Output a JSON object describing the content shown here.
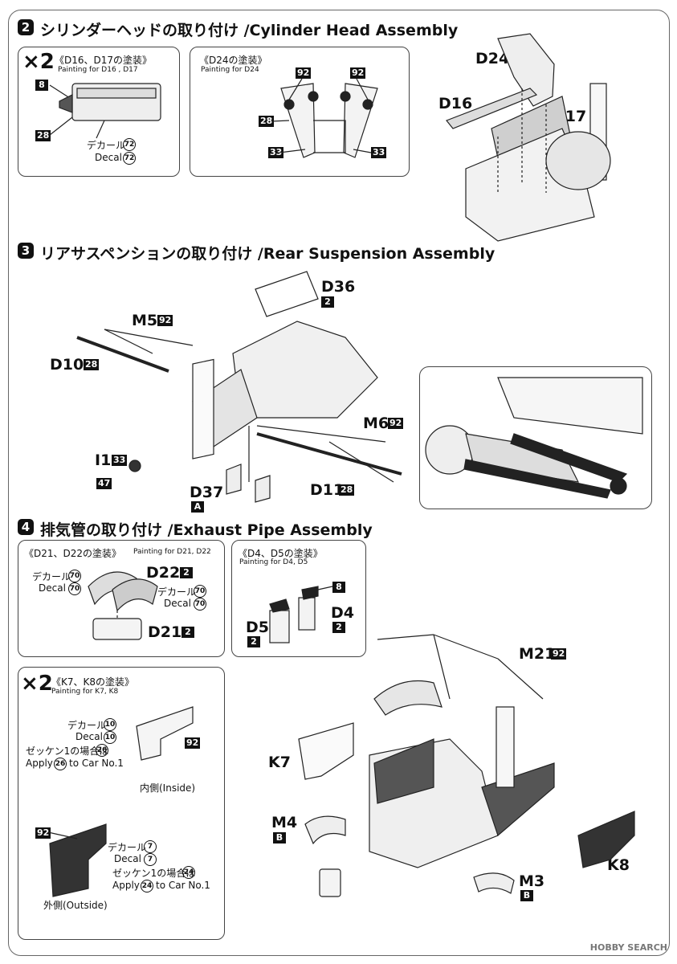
{
  "section2": {
    "num": "2",
    "title": "シリンダーヘッドの取り付け /Cylinder Head Assembly",
    "box1": {
      "mult": "×2",
      "title_jp": "《D16、D17の塗装》",
      "title_en": "Painting for D16 , D17",
      "p8": "8",
      "p28": "28",
      "decal_jp": "デカール",
      "decal_en": "Decal",
      "decal_num": "72"
    },
    "box2": {
      "title_jp": "《D24の塗装》",
      "title_en": "Painting for D24",
      "c92a": "92",
      "c92b": "92",
      "p28": "28",
      "p33a": "33",
      "p33b": "33"
    },
    "parts": {
      "d24": "D24",
      "d16": "D16",
      "d17": "D17"
    }
  },
  "section3": {
    "num": "3",
    "title": "リアサスペンションの取り付け /Rear Suspension Assembly",
    "parts": {
      "d36": "D36",
      "d36q": "2",
      "m5": "M5",
      "m5c": "92",
      "d10": "D10",
      "d10c": "28",
      "m6": "M6",
      "m6c": "92",
      "i1": "I1",
      "i1c": "33",
      "p47": "47",
      "d37": "D37",
      "d37q": "A",
      "d11": "D11",
      "d11c": "28"
    }
  },
  "section4": {
    "num": "4",
    "title": "排気管の取り付け /Exhaust Pipe Assembly",
    "box1": {
      "title_jp": "《D21、D22の塗装》",
      "title_en": "Painting for D21, D22",
      "decal_jp": "デカール",
      "decal_en": "Decal",
      "c70": "70",
      "d22": "D22",
      "d22q": "2",
      "d21": "D21",
      "d21q": "2"
    },
    "box2": {
      "title_jp": "《D4、D5の塗装》",
      "title_en": "Painting for D4, D5",
      "p8": "8",
      "d4": "D4",
      "d4q": "2",
      "d5": "D5",
      "d5q": "2"
    },
    "box3": {
      "mult": "×2",
      "title_jp": "《K7、K8の塗装》",
      "title_en": "Painting for K7, K8",
      "decal_jp": "デカール",
      "decal_en": "Decal",
      "c10": "10",
      "c92": "92",
      "zk1": "ゼッケン1の場合は",
      "zk1n": "26",
      "ap1a": "Apply",
      "ap1b": "to Car No.1",
      "inside": "内側(Inside)",
      "c92b": "92",
      "c7": "7",
      "zk2n": "24",
      "outside": "外側(Outside)"
    },
    "parts": {
      "m21": "M21",
      "m21c": "92",
      "k7": "K7",
      "m4": "M4",
      "m4q": "B",
      "m3": "M3",
      "m3q": "B",
      "k8": "K8"
    }
  },
  "watermark": "HOBBY SEARCH"
}
